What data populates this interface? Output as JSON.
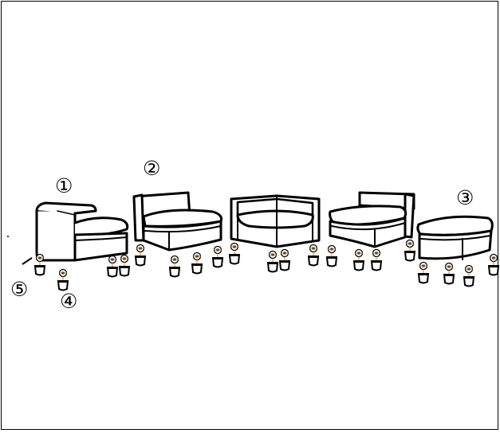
{
  "diagram": {
    "callouts": [
      {
        "id": "callout-1",
        "label": "①"
      },
      {
        "id": "callout-2",
        "label": "②"
      },
      {
        "id": "callout-3",
        "label": "③"
      },
      {
        "id": "callout-4",
        "label": "④"
      },
      {
        "id": "callout-5",
        "label": "⑤"
      }
    ],
    "colors": {
      "line": "#000000",
      "background": "#ffffff",
      "accent": "#d98a2b"
    }
  }
}
